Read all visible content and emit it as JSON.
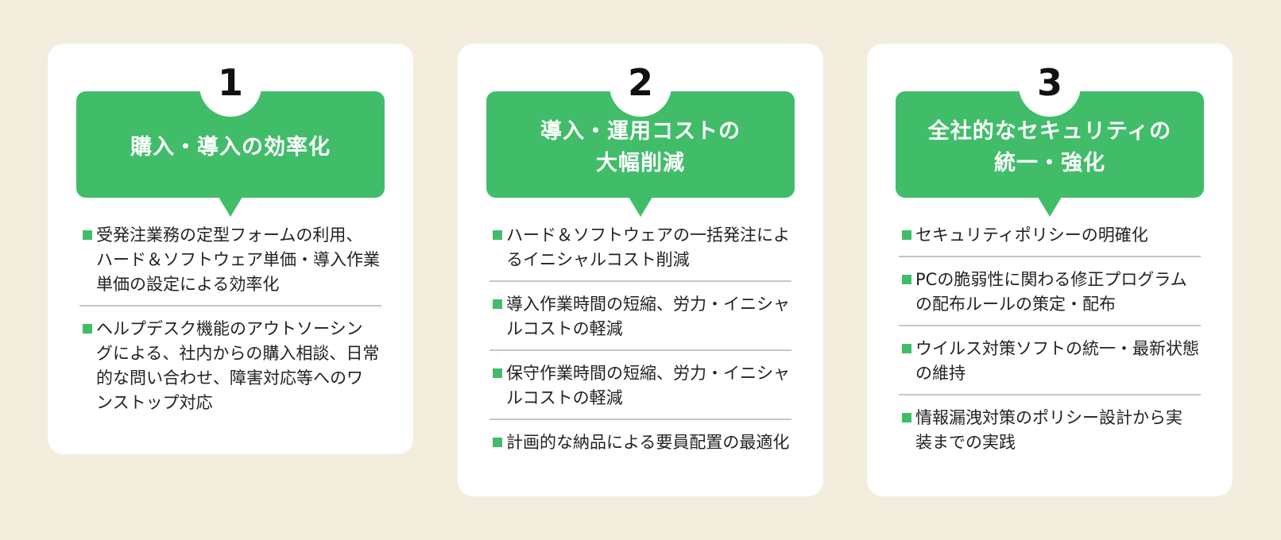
{
  "colors": {
    "background": "#f3eddd",
    "card": "#ffffff",
    "accent": "#41bd6a",
    "divider": "#c6c6c6",
    "text": "#222222"
  },
  "cards": [
    {
      "number": "1",
      "title_lines": [
        "購入・導入の効率化"
      ],
      "items": [
        {
          "lines": [
            "受発注業務の定型フォームの利用、",
            "ハード＆ソフトウェア単価・導入作業",
            "単価の設定による効率化"
          ]
        },
        {
          "lines": [
            "ヘルプデスク機能のアウトソーシン",
            "グによる、社内からの購入相談、日常",
            "的な問い合わせ、障害対応等へのワ",
            "ンストップ対応"
          ]
        }
      ]
    },
    {
      "number": "2",
      "title_lines": [
        "導入・運用コストの",
        "大幅削減"
      ],
      "items": [
        {
          "lines": [
            "ハード＆ソフトウェアの一括発注によ",
            "るイニシャルコスト削減"
          ]
        },
        {
          "lines": [
            "導入作業時間の短縮、労力・イニシャ",
            "ルコストの軽減"
          ]
        },
        {
          "lines": [
            "保守作業時間の短縮、労力・イニシャ",
            "ルコストの軽減"
          ]
        },
        {
          "lines": [
            "計画的な納品による要員配置の最適化"
          ]
        }
      ]
    },
    {
      "number": "3",
      "title_lines": [
        "全社的なセキュリティの",
        "統一・強化"
      ],
      "items": [
        {
          "lines": [
            "セキュリティポリシーの明確化"
          ]
        },
        {
          "lines": [
            "PCの脆弱性に関わる修正プログラム",
            "の配布ルールの策定・配布"
          ]
        },
        {
          "lines": [
            "ウイルス対策ソフトの統一・最新状態",
            "の維持"
          ]
        },
        {
          "lines": [
            "情報漏洩対策のポリシー設計から実",
            "装までの実践"
          ]
        }
      ]
    }
  ]
}
